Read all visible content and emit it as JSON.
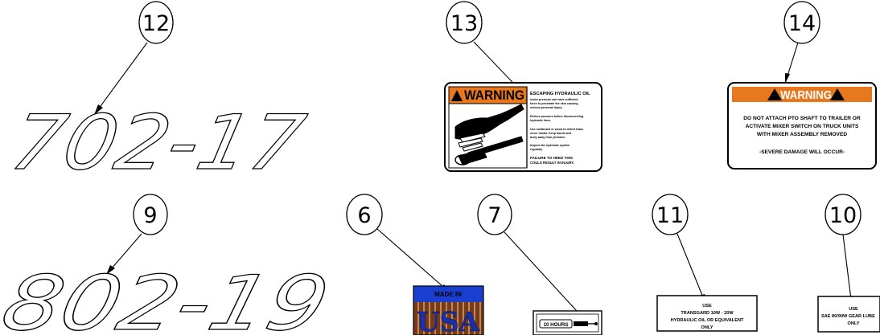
{
  "balloons": {
    "b12": "12",
    "b13": "13",
    "b14": "14",
    "b9": "9",
    "b6": "6",
    "b7": "7",
    "b11": "11",
    "b10": "10"
  },
  "decals": {
    "model_702": "702-17",
    "model_802": "802-19",
    "hydraulic_warning": {
      "header": "WARNING",
      "title": "ESCAPING HYDRAULIC OIL",
      "line_groups": [
        "under pressure can have sufficient",
        "force to penetrate the skin causing",
        "serious personal injury.",
        "Relieve pressure before disconnecting",
        "hydraulic lines.",
        "Use cardboard or wood to detect leaks",
        "never hands. Keep hands and",
        "body away from pinholes.",
        "Inspect the hydraulic system",
        "regularly.",
        "FAILURE TO HEED THIS",
        "COULD RESULT IN INJURY."
      ]
    },
    "pto_warning": {
      "header": "WARNING",
      "line1": "DO NOT ATTACH PTO SHAFT TO TRAILER OR",
      "line2": "ACTIVATE MIXER SWITCH ON TRUCK UNITS",
      "line3": "WITH MIXER ASSEMBLY REMOVED",
      "line4": "-SEVERE DAMAGE WILL OCCUR-"
    },
    "made_in": {
      "top": "MADE IN",
      "bottom": "USA"
    },
    "hours": {
      "label": "10 HOURS"
    },
    "hydraulic_oil": {
      "line1": "USE",
      "line2": "TRANSGARD 10W - 20W",
      "line3": "HYDRAULIC OIL OR EQUIVALENT",
      "line4": "ONLY"
    },
    "gear_lube": {
      "line1": "USE",
      "line2": "SAE 80/90W GEAR LUBE",
      "line3": "ONLY"
    }
  },
  "colors": {
    "line": "#000000",
    "warning_orange": "#e8781e",
    "usa_blue_top": "#1a3fd0",
    "usa_flag_stripes": "#7a3a18",
    "usa_blue_text": "#1b2fa8"
  }
}
